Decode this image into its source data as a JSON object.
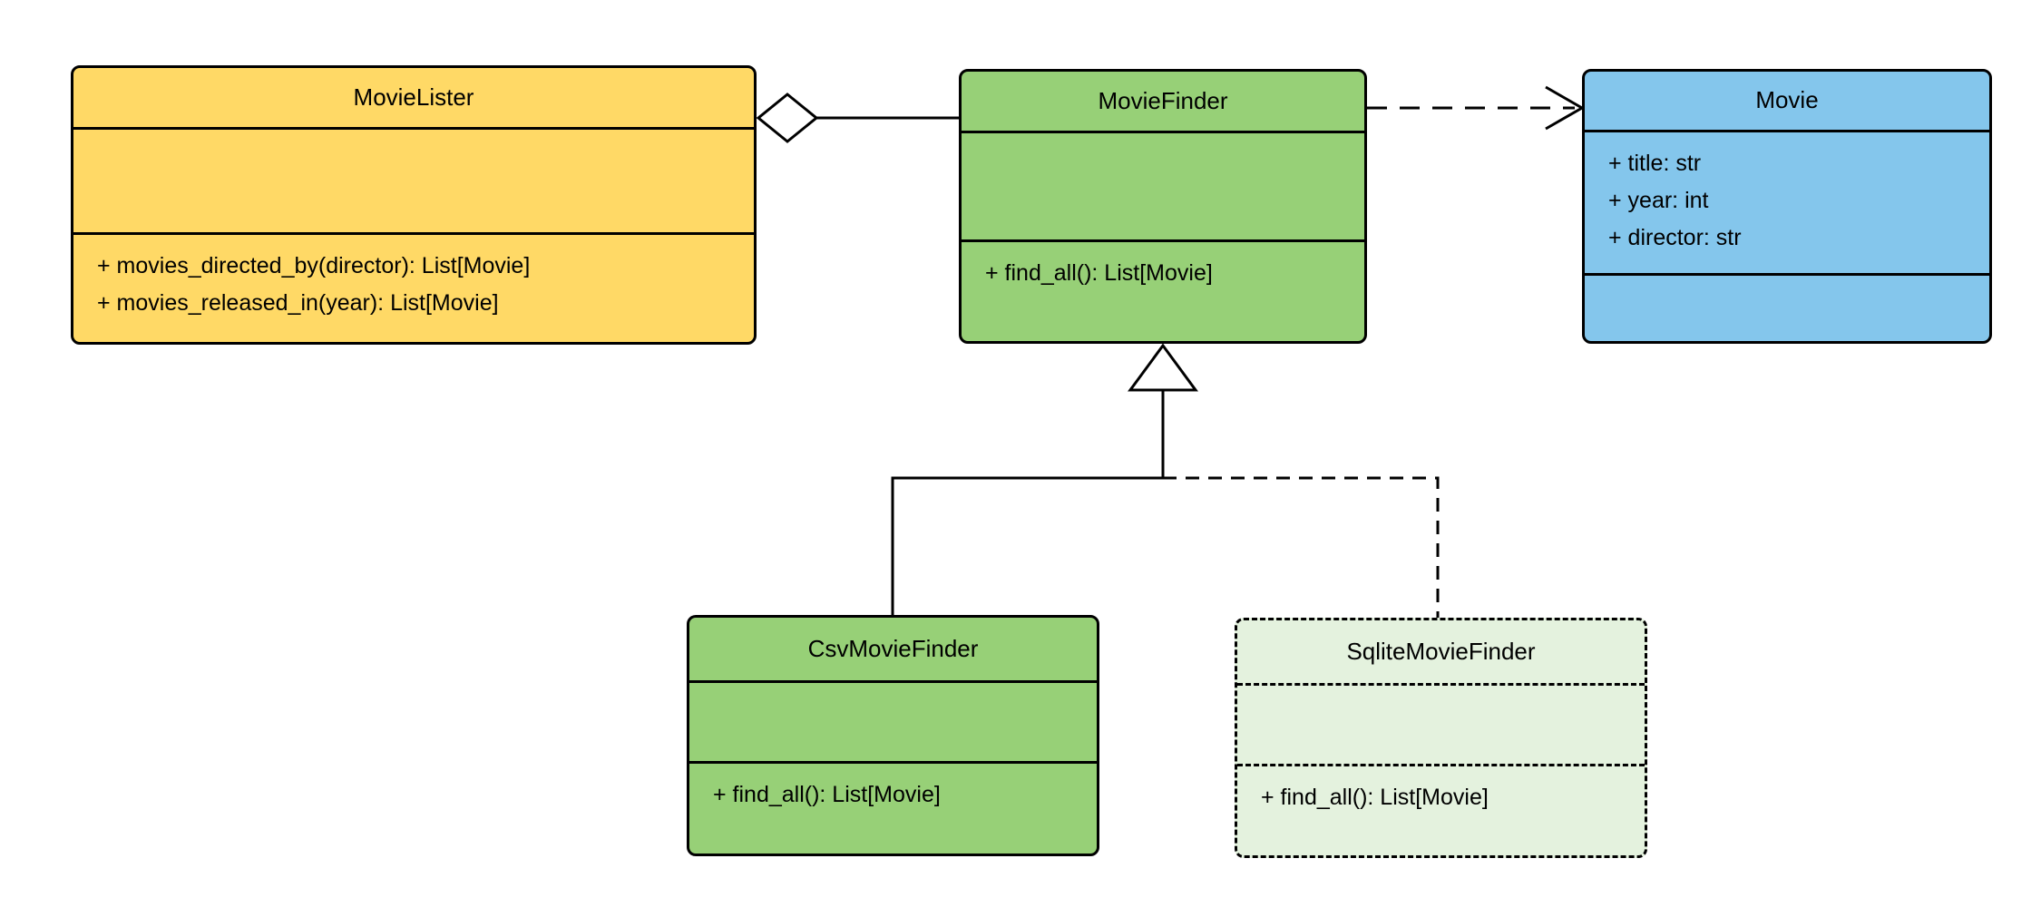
{
  "colors": {
    "background": "#FFFFFF",
    "border": "#000000",
    "movie_lister_fill": "#FFD966",
    "finder_fill": "#97D077",
    "movie_fill": "#84C6EC",
    "sqlite_fill": "#E4F2DE"
  },
  "classes": {
    "movie_lister": {
      "name": "MovieLister",
      "attributes": [],
      "methods": [
        "+ movies_directed_by(director): List[Movie]",
        "+ movies_released_in(year): List[Movie]"
      ]
    },
    "movie_finder": {
      "name": "MovieFinder",
      "attributes": [],
      "methods": [
        "+ find_all(): List[Movie]"
      ]
    },
    "movie": {
      "name": "Movie",
      "attributes": [
        "+ title: str",
        "+ year: int",
        "+ director: str"
      ],
      "methods": []
    },
    "csv_movie_finder": {
      "name": "CsvMovieFinder",
      "attributes": [],
      "methods": [
        "+ find_all(): List[Movie]"
      ]
    },
    "sqlite_movie_finder": {
      "name": "SqliteMovieFinder",
      "attributes": [],
      "methods": [
        "+ find_all(): List[Movie]"
      ]
    }
  },
  "relationships": [
    {
      "type": "aggregation",
      "from": "MovieLister",
      "to": "MovieFinder"
    },
    {
      "type": "dependency",
      "from": "MovieFinder",
      "to": "Movie"
    },
    {
      "type": "generalization",
      "from": "CsvMovieFinder",
      "to": "MovieFinder"
    },
    {
      "type": "generalization-dashed",
      "from": "SqliteMovieFinder",
      "to": "MovieFinder"
    }
  ]
}
